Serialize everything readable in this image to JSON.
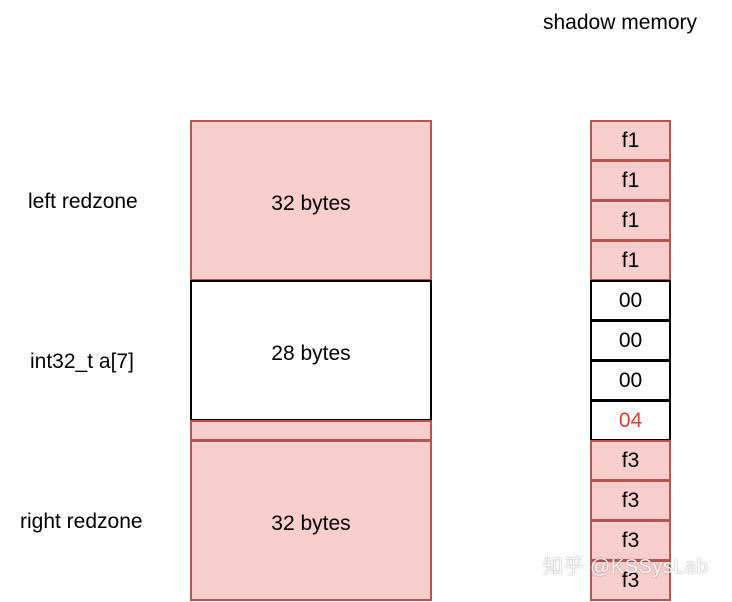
{
  "title": "shadow memory",
  "left_labels": {
    "left_redzone": "left redzone",
    "array": "int32_t a[7]",
    "right_redzone": "right redzone"
  },
  "memory_blocks": {
    "left_redzone": "32 bytes",
    "array": "28 bytes",
    "right_redzone": "32 bytes"
  },
  "shadow_cells": [
    {
      "value": "f1",
      "kind": "redzone"
    },
    {
      "value": "f1",
      "kind": "redzone"
    },
    {
      "value": "f1",
      "kind": "redzone"
    },
    {
      "value": "f1",
      "kind": "redzone"
    },
    {
      "value": "00",
      "kind": "addressable"
    },
    {
      "value": "00",
      "kind": "addressable"
    },
    {
      "value": "00",
      "kind": "addressable"
    },
    {
      "value": "04",
      "kind": "partial"
    },
    {
      "value": "f3",
      "kind": "redzone"
    },
    {
      "value": "f3",
      "kind": "redzone"
    },
    {
      "value": "f3",
      "kind": "redzone"
    },
    {
      "value": "f3",
      "kind": "redzone"
    }
  ],
  "colors": {
    "redzone_fill": "#f8cecc",
    "redzone_border": "#b85450",
    "addressable_fill": "#ffffff",
    "highlight_text": "#e53935"
  },
  "watermark": "知乎 @KSSysLab"
}
